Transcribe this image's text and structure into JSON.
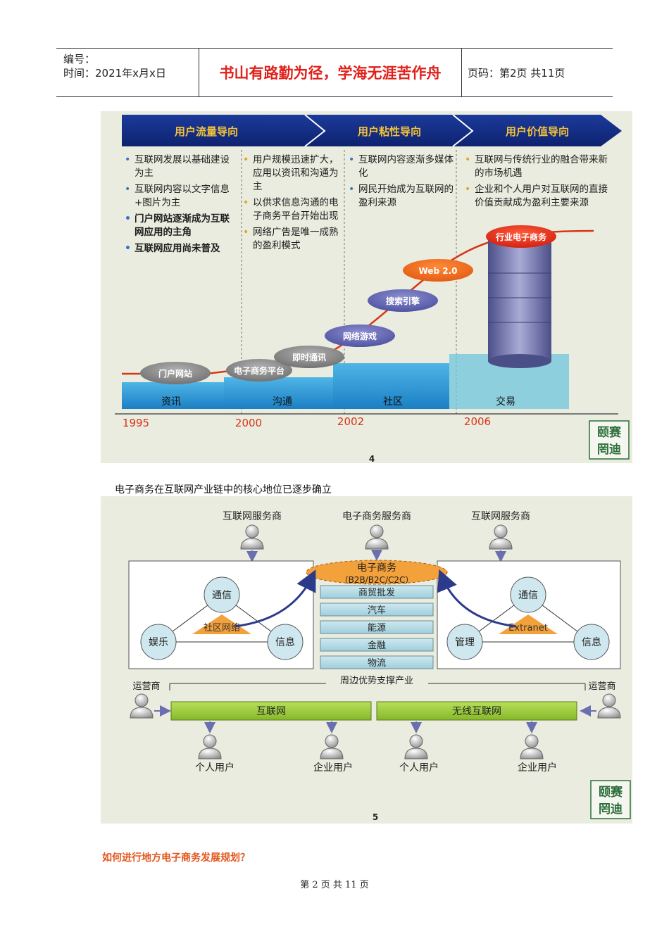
{
  "header": {
    "code_label": "编号：",
    "time_label": "时间：2021年x月x日",
    "motto": "书山有路勤为径，学海无涯苦作舟",
    "page_label": "页码：第2页 共11页"
  },
  "slide1": {
    "stages": [
      "用户流量导向",
      "用户粘性导向",
      "用户价值导向"
    ],
    "col1": [
      "互联网发展以基础建设为主",
      "互联网内容以文字信息+图片为主",
      "门户网站逐渐成为互联网应用的主角",
      "互联网应用尚未普及"
    ],
    "col2": [
      "用户规模迅速扩大，应用以资讯和沟通为主",
      "以供求信息沟通的电子商务平台开始出现",
      "网络广告是唯一成熟的盈利模式"
    ],
    "col3": [
      "互联网内容逐渐多媒体化",
      "网民开始成为互联网的盈利来源"
    ],
    "col4": [
      "互联网与传统行业的融合带来新的市场机遇",
      "企业和个人用户对互联网的直接价值贡献成为盈利主要来源"
    ],
    "nodes": [
      "门户网站",
      "电子商务平台",
      "即时通讯",
      "网络游戏",
      "搜索引擎",
      "Web 2.0",
      "行业电子商务"
    ],
    "platforms": [
      "资讯",
      "沟通",
      "社区",
      "交易"
    ],
    "years": [
      "1995",
      "2000",
      "2002",
      "2006"
    ],
    "logo": "颐赛 罔迪",
    "page_no": "4"
  },
  "caption2": "电子商务在互联网产业链中的核心地位已逐步确立",
  "slide2": {
    "providers": [
      "互联网服务商",
      "电子商务服务商",
      "互联网服务商"
    ],
    "ec_title": "电子商务",
    "ec_sub": "（B2B/B2C/C2C）",
    "industries": [
      "商贸批发",
      "汽车",
      "能源",
      "金融",
      "物流"
    ],
    "left_tri": {
      "top": "通信",
      "left": "娱乐",
      "right": "信息",
      "center": "社区网络"
    },
    "right_tri": {
      "top": "通信",
      "left": "管理",
      "right": "信息",
      "center": "Extranet"
    },
    "support": "周边优势支撑产业",
    "operators": [
      "运营商",
      "运营商"
    ],
    "networks": [
      "互联网",
      "无线互联网"
    ],
    "users": [
      "个人用户",
      "企业用户",
      "个人用户",
      "企业用户"
    ],
    "logo": "颐赛 罔迪",
    "page_no": "5"
  },
  "question": "如何进行地方电子商务发展规划？",
  "footer": "第 2 页 共 11 页"
}
